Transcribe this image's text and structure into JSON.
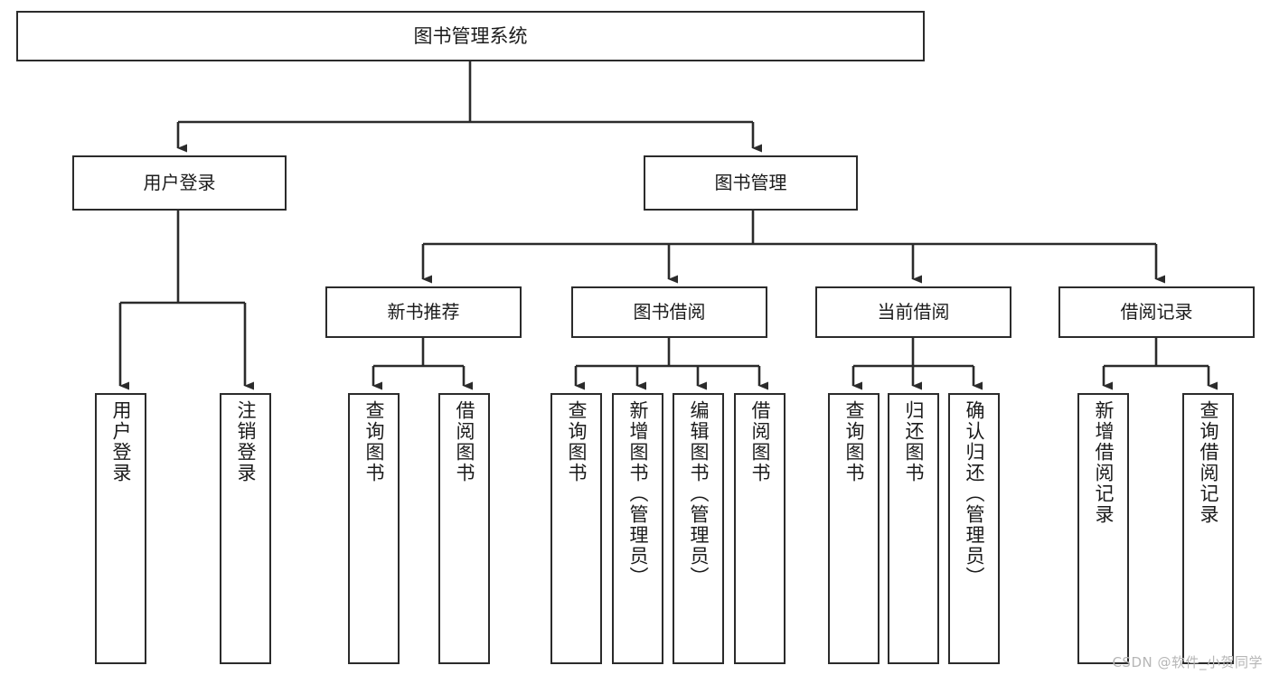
{
  "diagram": {
    "type": "tree",
    "title": "图书管理系统",
    "colors": {
      "background": "#ffffff",
      "box_border": "#2b2b2b",
      "box_fill": "#ffffff",
      "text": "#1b1b1b",
      "connector": "#2b2b2b",
      "watermark": "#b6b6b6"
    },
    "watermark": "CSDN @软件_小贺同学",
    "nodes": {
      "root": {
        "label": "图书管理系统"
      },
      "level2": [
        {
          "id": "user-login",
          "label": "用户登录"
        },
        {
          "id": "book-manage",
          "label": "图书管理"
        }
      ],
      "level3": [
        {
          "id": "new-book-rec",
          "label": "新书推荐"
        },
        {
          "id": "book-borrow",
          "label": "图书借阅"
        },
        {
          "id": "current-borrow",
          "label": "当前借阅"
        },
        {
          "id": "borrow-record",
          "label": "借阅记录"
        }
      ],
      "leaves": [
        {
          "id": "leaf-user-login",
          "label": "用户登录",
          "parent": "user-login"
        },
        {
          "id": "leaf-logout",
          "label": "注销登录",
          "parent": "user-login"
        },
        {
          "id": "leaf-query-book-1",
          "label": "查询图书",
          "parent": "new-book-rec"
        },
        {
          "id": "leaf-borrow-book-1",
          "label": "借阅图书",
          "parent": "new-book-rec"
        },
        {
          "id": "leaf-query-book-2",
          "label": "查询图书",
          "parent": "book-borrow"
        },
        {
          "id": "leaf-add-book",
          "label": "新增图书（管理员）",
          "parent": "book-borrow"
        },
        {
          "id": "leaf-edit-book",
          "label": "编辑图书（管理员）",
          "parent": "book-borrow"
        },
        {
          "id": "leaf-borrow-book-2",
          "label": "借阅图书",
          "parent": "book-borrow"
        },
        {
          "id": "leaf-query-book-3",
          "label": "查询图书",
          "parent": "current-borrow"
        },
        {
          "id": "leaf-return-book",
          "label": "归还图书",
          "parent": "current-borrow"
        },
        {
          "id": "leaf-confirm-return",
          "label": "确认归还（管理员）",
          "parent": "current-borrow"
        },
        {
          "id": "leaf-add-record",
          "label": "新增借阅记录",
          "parent": "borrow-record"
        },
        {
          "id": "leaf-query-record",
          "label": "查询借阅记录",
          "parent": "borrow-record"
        }
      ]
    }
  }
}
